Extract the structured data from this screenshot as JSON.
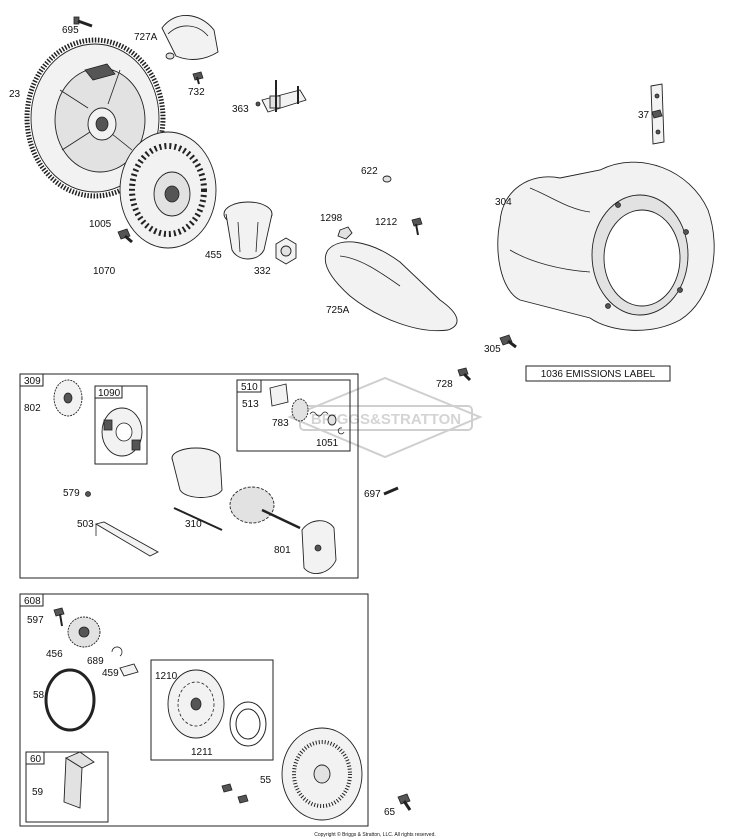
{
  "parts": {
    "p695": "695",
    "p727a": "727A",
    "p23": "23",
    "p732": "732",
    "p363": "363",
    "p37": "37",
    "p622": "622",
    "p304": "304",
    "p1005": "1005",
    "p1298": "1298",
    "p1212": "1212",
    "p1070": "1070",
    "p455": "455",
    "p332": "332",
    "p725a": "725A",
    "p305": "305",
    "p728": "728",
    "p697": "697",
    "p65": "65"
  },
  "group_309": {
    "tag": "309",
    "p802": "802",
    "p1090": "1090",
    "p510": "510",
    "p513": "513",
    "p783": "783",
    "p1051": "1051",
    "p579": "579",
    "p503": "503",
    "p310": "310",
    "p801": "801"
  },
  "group_608": {
    "tag": "608",
    "p597": "597",
    "p456": "456",
    "p689": "689",
    "p459": "459",
    "p58": "58",
    "p1210": "1210",
    "p1211": "1211",
    "p55": "55",
    "p60": "60",
    "p59": "59"
  },
  "emissions_label": "1036 EMISSIONS LABEL",
  "watermark": "BRIGGS&STRATTON",
  "copyright": "Copyright © Briggs & Stratton, LLC. All rights reserved."
}
